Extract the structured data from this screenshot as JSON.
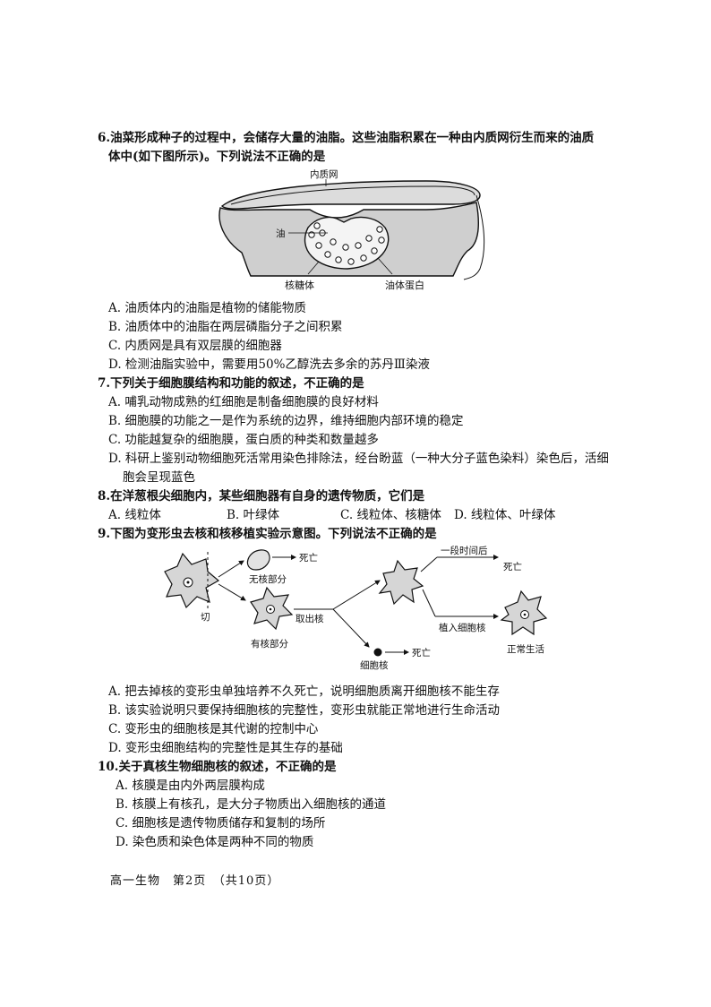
{
  "q6": {
    "stem_line1": "6.油菜形成种子的过程中，会储存大量的油脂。这些油脂积累在一种由内质网衍生而来的油质",
    "stem_line2": "体中(如下图所示)。下列说法不正确的是",
    "figure": {
      "label_er": "内质网",
      "label_oil": "油",
      "label_ribosome": "核糖体",
      "label_oleosin": "油体蛋白"
    },
    "options": [
      "A. 油质体内的油脂是植物的储能物质",
      "B. 油质体中的油脂在两层磷脂分子之间积累",
      "C. 内质网是具有双层膜的细胞器",
      "D. 检测油脂实验中，需要用50%乙醇洗去多余的苏丹Ⅲ染液"
    ]
  },
  "q7": {
    "stem": "7.下列关于细胞膜结构和功能的叙述，不正确的是",
    "options": [
      "A. 哺乳动物成熟的红细胞是制备细胞膜的良好材料",
      "B. 细胞膜的功能之一是作为系统的边界，维持细胞内部环境的稳定",
      "C. 功能越复杂的细胞膜，蛋白质的种类和数量越多",
      "D. 科研上鉴别动物细胞死活常用染色排除法，经台盼蓝（一种大分子蓝色染料）染色后，活细",
      "胞会呈现蓝色"
    ]
  },
  "q8": {
    "stem": "8.在洋葱根尖细胞内，某些细胞器有自身的遗传物质，它们是",
    "options": [
      "A. 线粒体",
      "B. 叶绿体",
      "C. 线粒体、核糖体",
      "D. 线粒体、叶绿体"
    ]
  },
  "q9": {
    "stem": "9.下图为变形虫去核和核移植实验示意图。下列说法不正确的是",
    "figure": {
      "label_cut": "切",
      "label_no_nucleus": "无核部分",
      "label_death1": "死亡",
      "label_has_nucleus": "有核部分",
      "label_remove_nucleus": "取出核",
      "label_nucleus": "细胞核",
      "label_death2": "死亡",
      "label_after_time": "一段时间后",
      "label_death3": "死亡",
      "label_implant": "植入细胞核",
      "label_normal": "正常生活"
    },
    "options": [
      "A. 把去掉核的变形虫单独培养不久死亡，说明细胞质离开细胞核不能生存",
      "B. 该实验说明只要保持细胞核的完整性，变形虫就能正常地进行生命活动",
      "C. 变形虫的细胞核是其代谢的控制中心",
      "D. 变形虫细胞结构的完整性是其生存的基础"
    ]
  },
  "q10": {
    "stem": "10.关于真核生物细胞核的叙述，不正确的是",
    "options": [
      "A. 核膜是由内外两层膜构成",
      "B. 核膜上有核孔，是大分子物质出入细胞核的通道",
      "C. 细胞核是遗传物质储存和复制的场所",
      "D. 染色质和染色体是两种不同的物质"
    ]
  },
  "footer": "高一生物　第2页　（共10页）"
}
